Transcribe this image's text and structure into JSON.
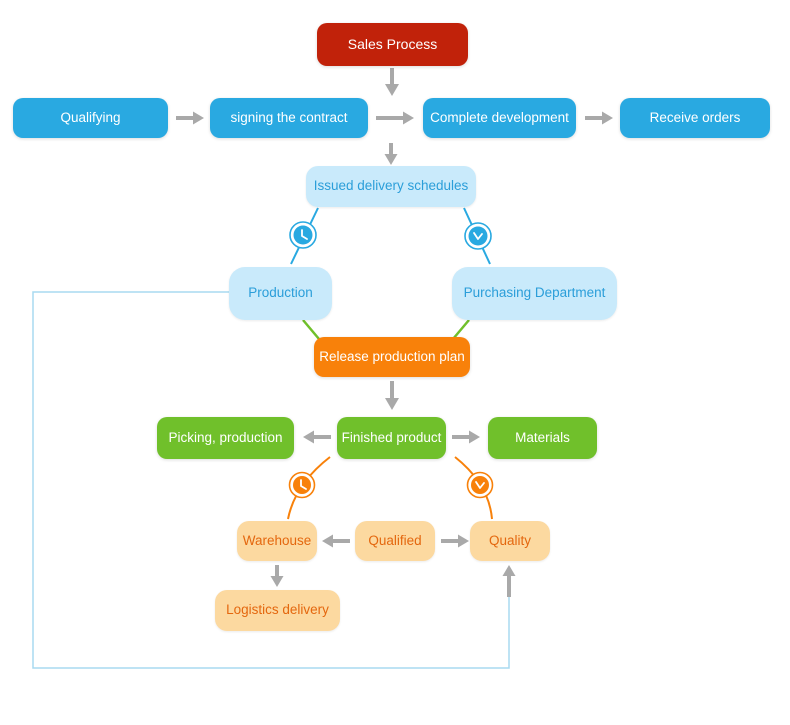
{
  "diagram": {
    "title": "Sales Process",
    "nodes": {
      "sales_process": {
        "label": "Sales Process",
        "color": "#c1220a"
      },
      "qualifying": {
        "label": "Qualifying",
        "color": "#29a9e1"
      },
      "signing_the_contract": {
        "label": "signing the contract",
        "color": "#29a9e1"
      },
      "complete_development": {
        "label": "Complete development",
        "color": "#29a9e1"
      },
      "receive_orders": {
        "label": "Receive orders",
        "color": "#29a9e1"
      },
      "issued_delivery_schedules": {
        "label": "Issued delivery schedules",
        "color": "#c9eafb"
      },
      "production": {
        "label": "Production",
        "color": "#c9eafb"
      },
      "purchasing_department": {
        "label": "Purchasing Department",
        "color": "#c9eafb"
      },
      "release_production_plan": {
        "label": "Release production plan",
        "color": "#f8810a"
      },
      "picking_production": {
        "label": "Picking, production",
        "color": "#70c02b"
      },
      "finished_product": {
        "label": "Finished product",
        "color": "#70c02b"
      },
      "materials": {
        "label": "Materials",
        "color": "#70c02b"
      },
      "warehouse": {
        "label": "Warehouse",
        "color": "#fcd9a0"
      },
      "qualified": {
        "label": "Qualified",
        "color": "#fcd9a0"
      },
      "quality": {
        "label": "Quality",
        "color": "#fcd9a0"
      },
      "logistics_delivery": {
        "label": "Logistics delivery",
        "color": "#fcd9a0"
      }
    },
    "icons": {
      "clock_blue_left": {
        "name": "clock-icon",
        "color": "#29a9e1"
      },
      "clock_blue_right": {
        "name": "clock-icon",
        "color": "#29a9e1"
      },
      "clock_orange_left": {
        "name": "clock-icon",
        "color": "#f8810a"
      },
      "clock_orange_right": {
        "name": "clock-icon",
        "color": "#f8810a"
      }
    },
    "connector_colors": {
      "arrow_gray": "#a9a9a9",
      "line_blue": "#29a9e1",
      "line_green": "#70c02b",
      "line_orange": "#f8810a",
      "feedback_blue": "#a8daf0"
    }
  }
}
